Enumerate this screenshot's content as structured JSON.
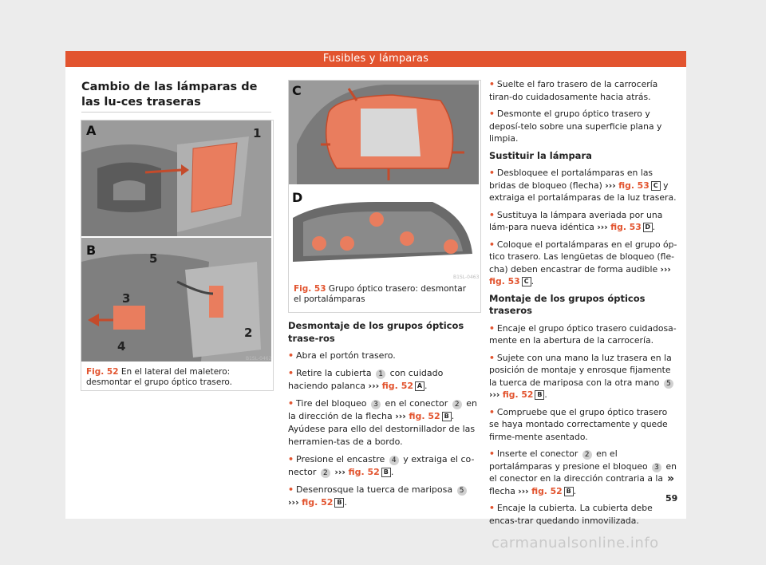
{
  "header": {
    "title": "Fusibles y lámparas"
  },
  "section": {
    "title": "Cambio de las lámparas de las lu-ces traseras"
  },
  "fig52": {
    "panel_a": "A",
    "panel_b": "B",
    "callouts": [
      "1",
      "5",
      "3",
      "2",
      "4"
    ],
    "code": "B1SL-0462",
    "caption_ref": "Fig. 52",
    "caption_text": "En el lateral del maletero: desmontar el grupo óptico trasero."
  },
  "fig53": {
    "panel_c": "C",
    "panel_d": "D",
    "code": "B1SL-0463",
    "caption_ref": "Fig. 53",
    "caption_text": "Grupo óptico trasero: desmontar el portalámparas"
  },
  "col2": {
    "heading": "Desmontaje de los grupos ópticos trase-ros",
    "items": [
      {
        "text": "Abra el portón trasero."
      },
      {
        "pre": "Retire la cubierta",
        "num": "1",
        "mid": "con cuidado haciendo palanca",
        "ref": "fig. 52",
        "box": "A",
        "post": "."
      },
      {
        "pre": "Tire del bloqueo",
        "num": "3",
        "mid": "en el conector",
        "num2": "2",
        "mid2": "en la dirección de la flecha",
        "ref": "fig. 52",
        "box": "B",
        "post": ". Ayúdese para ello del destornillador de las herramien-tas de a bordo."
      },
      {
        "pre": "Presione el encastre",
        "num": "4",
        "mid": "y extraiga el co-nector",
        "num2": "2",
        "ref": "fig. 52",
        "box": "B",
        "post": "."
      },
      {
        "pre": "Desenrosque la tuerca de mariposa",
        "num": "5",
        "ref": "fig. 52",
        "box": "B",
        "post": "."
      }
    ]
  },
  "col3": {
    "items_a": [
      {
        "text": "Suelte el faro trasero de la carrocería tiran-do cuidadosamente hacia atrás."
      },
      {
        "text": "Desmonte el grupo óptico trasero y deposí-telo sobre una superficie plana y limpia."
      }
    ],
    "heading_sustituir": "Sustituir la lámpara",
    "items_b": [
      {
        "pre": "Desbloquee el portalámparas en las bridas de bloqueo (flecha)",
        "ref": "fig. 53",
        "box": "C",
        "post": "y extraiga el portalámparas de la luz trasera."
      },
      {
        "pre": "Sustituya la lámpara averiada por una lám-para nueva idéntica",
        "ref": "fig. 53",
        "box": "D",
        "post": "."
      },
      {
        "pre": "Coloque el portalámparas en el grupo óp-tico trasero. Las lengüetas de bloqueo (fle-cha) deben encastrar de forma audible",
        "ref": "fig. 53",
        "box": "C",
        "post": "."
      }
    ],
    "heading_montaje": "Montaje de los grupos ópticos traseros",
    "items_c": [
      {
        "text": "Encaje el grupo óptico trasero cuidadosa-mente en la abertura de la carrocería."
      },
      {
        "pre": "Sujete con una mano la luz trasera en la posición de montaje y enrosque fijamente la tuerca de mariposa con la otra mano",
        "num": "5",
        "ref": "fig. 52",
        "box": "B",
        "post": "."
      },
      {
        "text": "Compruebe que el grupo óptico trasero se haya montado correctamente y quede firme-mente asentado."
      },
      {
        "pre": "Inserte el conector",
        "num": "2",
        "mid": "en el portalámparas y presione el bloqueo",
        "num2": "3",
        "mid2": "en el conector en la dirección contraria a la flecha",
        "ref": "fig. 52",
        "box": "B",
        "post": "."
      },
      {
        "text": "Encaje la cubierta. La cubierta debe encas-trar quedando inmovilizada."
      }
    ]
  },
  "footer": {
    "continue": "»",
    "page": "59",
    "watermark": "carmanualsonline.info"
  },
  "colors": {
    "accent": "#e2542f",
    "page": "#ffffff",
    "background": "#ececec"
  }
}
